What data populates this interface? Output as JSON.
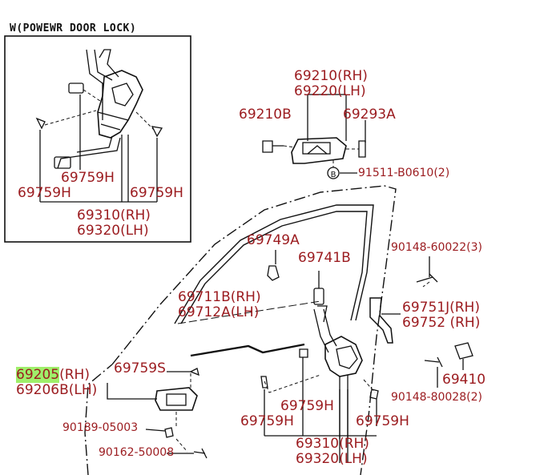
{
  "inset": {
    "title": "W(POWEWR DOOR LOCK)"
  },
  "labels": {
    "inset_69759H_a": "69759H",
    "inset_69759H_b": "69759H",
    "inset_69759H_c": "69759H",
    "inset_69310": "69310(RH)",
    "inset_69320": "69320(LH)",
    "p69210": "69210(RH)",
    "p69220": "69220(LH)",
    "p69210B": "69210B",
    "p69293A": "69293A",
    "p91511": "91511-B0610(2)",
    "p69749A": "69749A",
    "p69741B": "69741B",
    "p90148_3": "90148-60022(3)",
    "p69711B": "69711B(RH)",
    "p69712A": "69712A(LH)",
    "p69751J": "69751J(RH)",
    "p69752": "69752 (RH)",
    "p69205_num": "69205",
    "p69205_suffix": "(RH)",
    "p69206B": "69206B(LH)",
    "p69759S": "69759S",
    "p69410": "69410",
    "p90148_2": "90148-80028(2)",
    "p90189": "90189-05003",
    "p90162": "90162-50008",
    "main_69759H_a": "69759H",
    "main_69759H_b": "69759H",
    "main_69759H_c": "69759H",
    "main_69310": "69310(RH)",
    "main_69320": "69320(LH)"
  },
  "markers": {
    "bolt_b": "B"
  }
}
